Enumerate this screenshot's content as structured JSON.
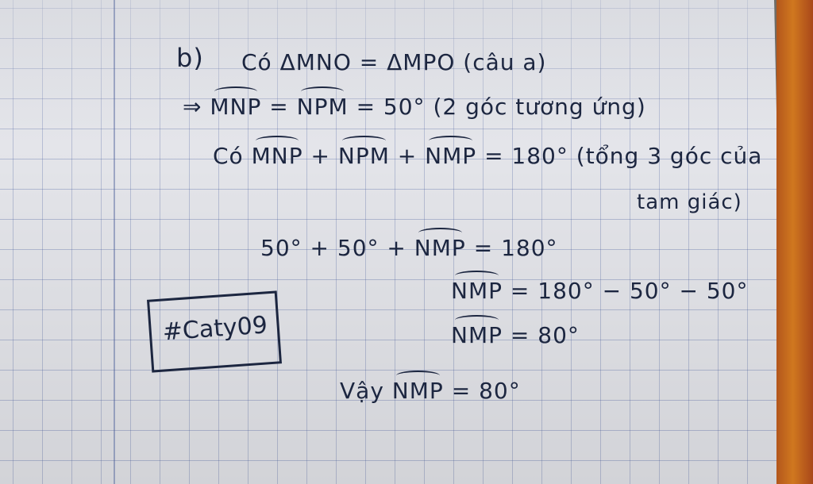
{
  "part_label": "b)",
  "lines": {
    "l1": "Có ΔMNO = ΔMPO (câu a)",
    "l2_arrow": "⇒",
    "l2_a": "MNP",
    "l2_eq1": "=",
    "l2_b": "NPM",
    "l2_rest": "= 50° (2 góc tương ứng)",
    "l3_co": "Có",
    "l3_a": "MNP",
    "l3_plus1": "+",
    "l3_b": "NPM",
    "l3_plus2": "+",
    "l3_c": "NMP",
    "l3_rest": "= 180° (tổng 3 góc của",
    "l4": "tam giác)",
    "l5_pre": "50°  + 50°  +",
    "l5_a": "NMP",
    "l5_rest": "= 180°",
    "l6_a": "NMP",
    "l6_rest": "= 180° − 50° − 50°",
    "l7_a": "NMP",
    "l7_rest": "= 80°",
    "l8_pre": "Vậy",
    "l8_a": "NMP",
    "l8_rest": "= 80°"
  },
  "tag": "#Caty09"
}
